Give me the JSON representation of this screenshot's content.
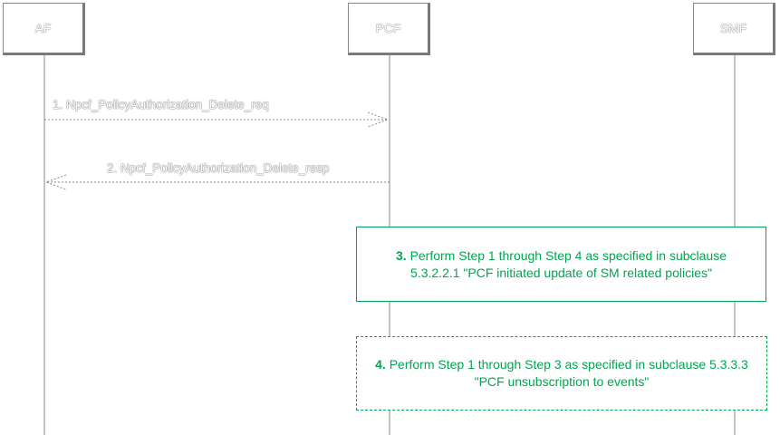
{
  "entities": [
    {
      "id": "af",
      "label": "AF"
    },
    {
      "id": "pcf",
      "label": "PCF"
    },
    {
      "id": "smf",
      "label": "SMF"
    }
  ],
  "messages": [
    {
      "num": "1.",
      "label": "Npcf_PolicyAuthorization_Delete_req"
    },
    {
      "num": "2.",
      "label": "Npcf_PolicyAuthorization_Delete_resp"
    }
  ],
  "procedures": [
    {
      "num": "3.",
      "text": "Perform Step 1 through Step 4 as specified in subclause 5.3.2.2.1 \"PCF initiated update of SM related policies\""
    },
    {
      "num": "4.",
      "text": "Perform Step 1 through Step 3 as specified in subclause 5.3.3.3 \"PCF unsubscription to events\""
    }
  ],
  "colors": {
    "procedure": "#00a651",
    "lines": "#8a8a8a"
  }
}
